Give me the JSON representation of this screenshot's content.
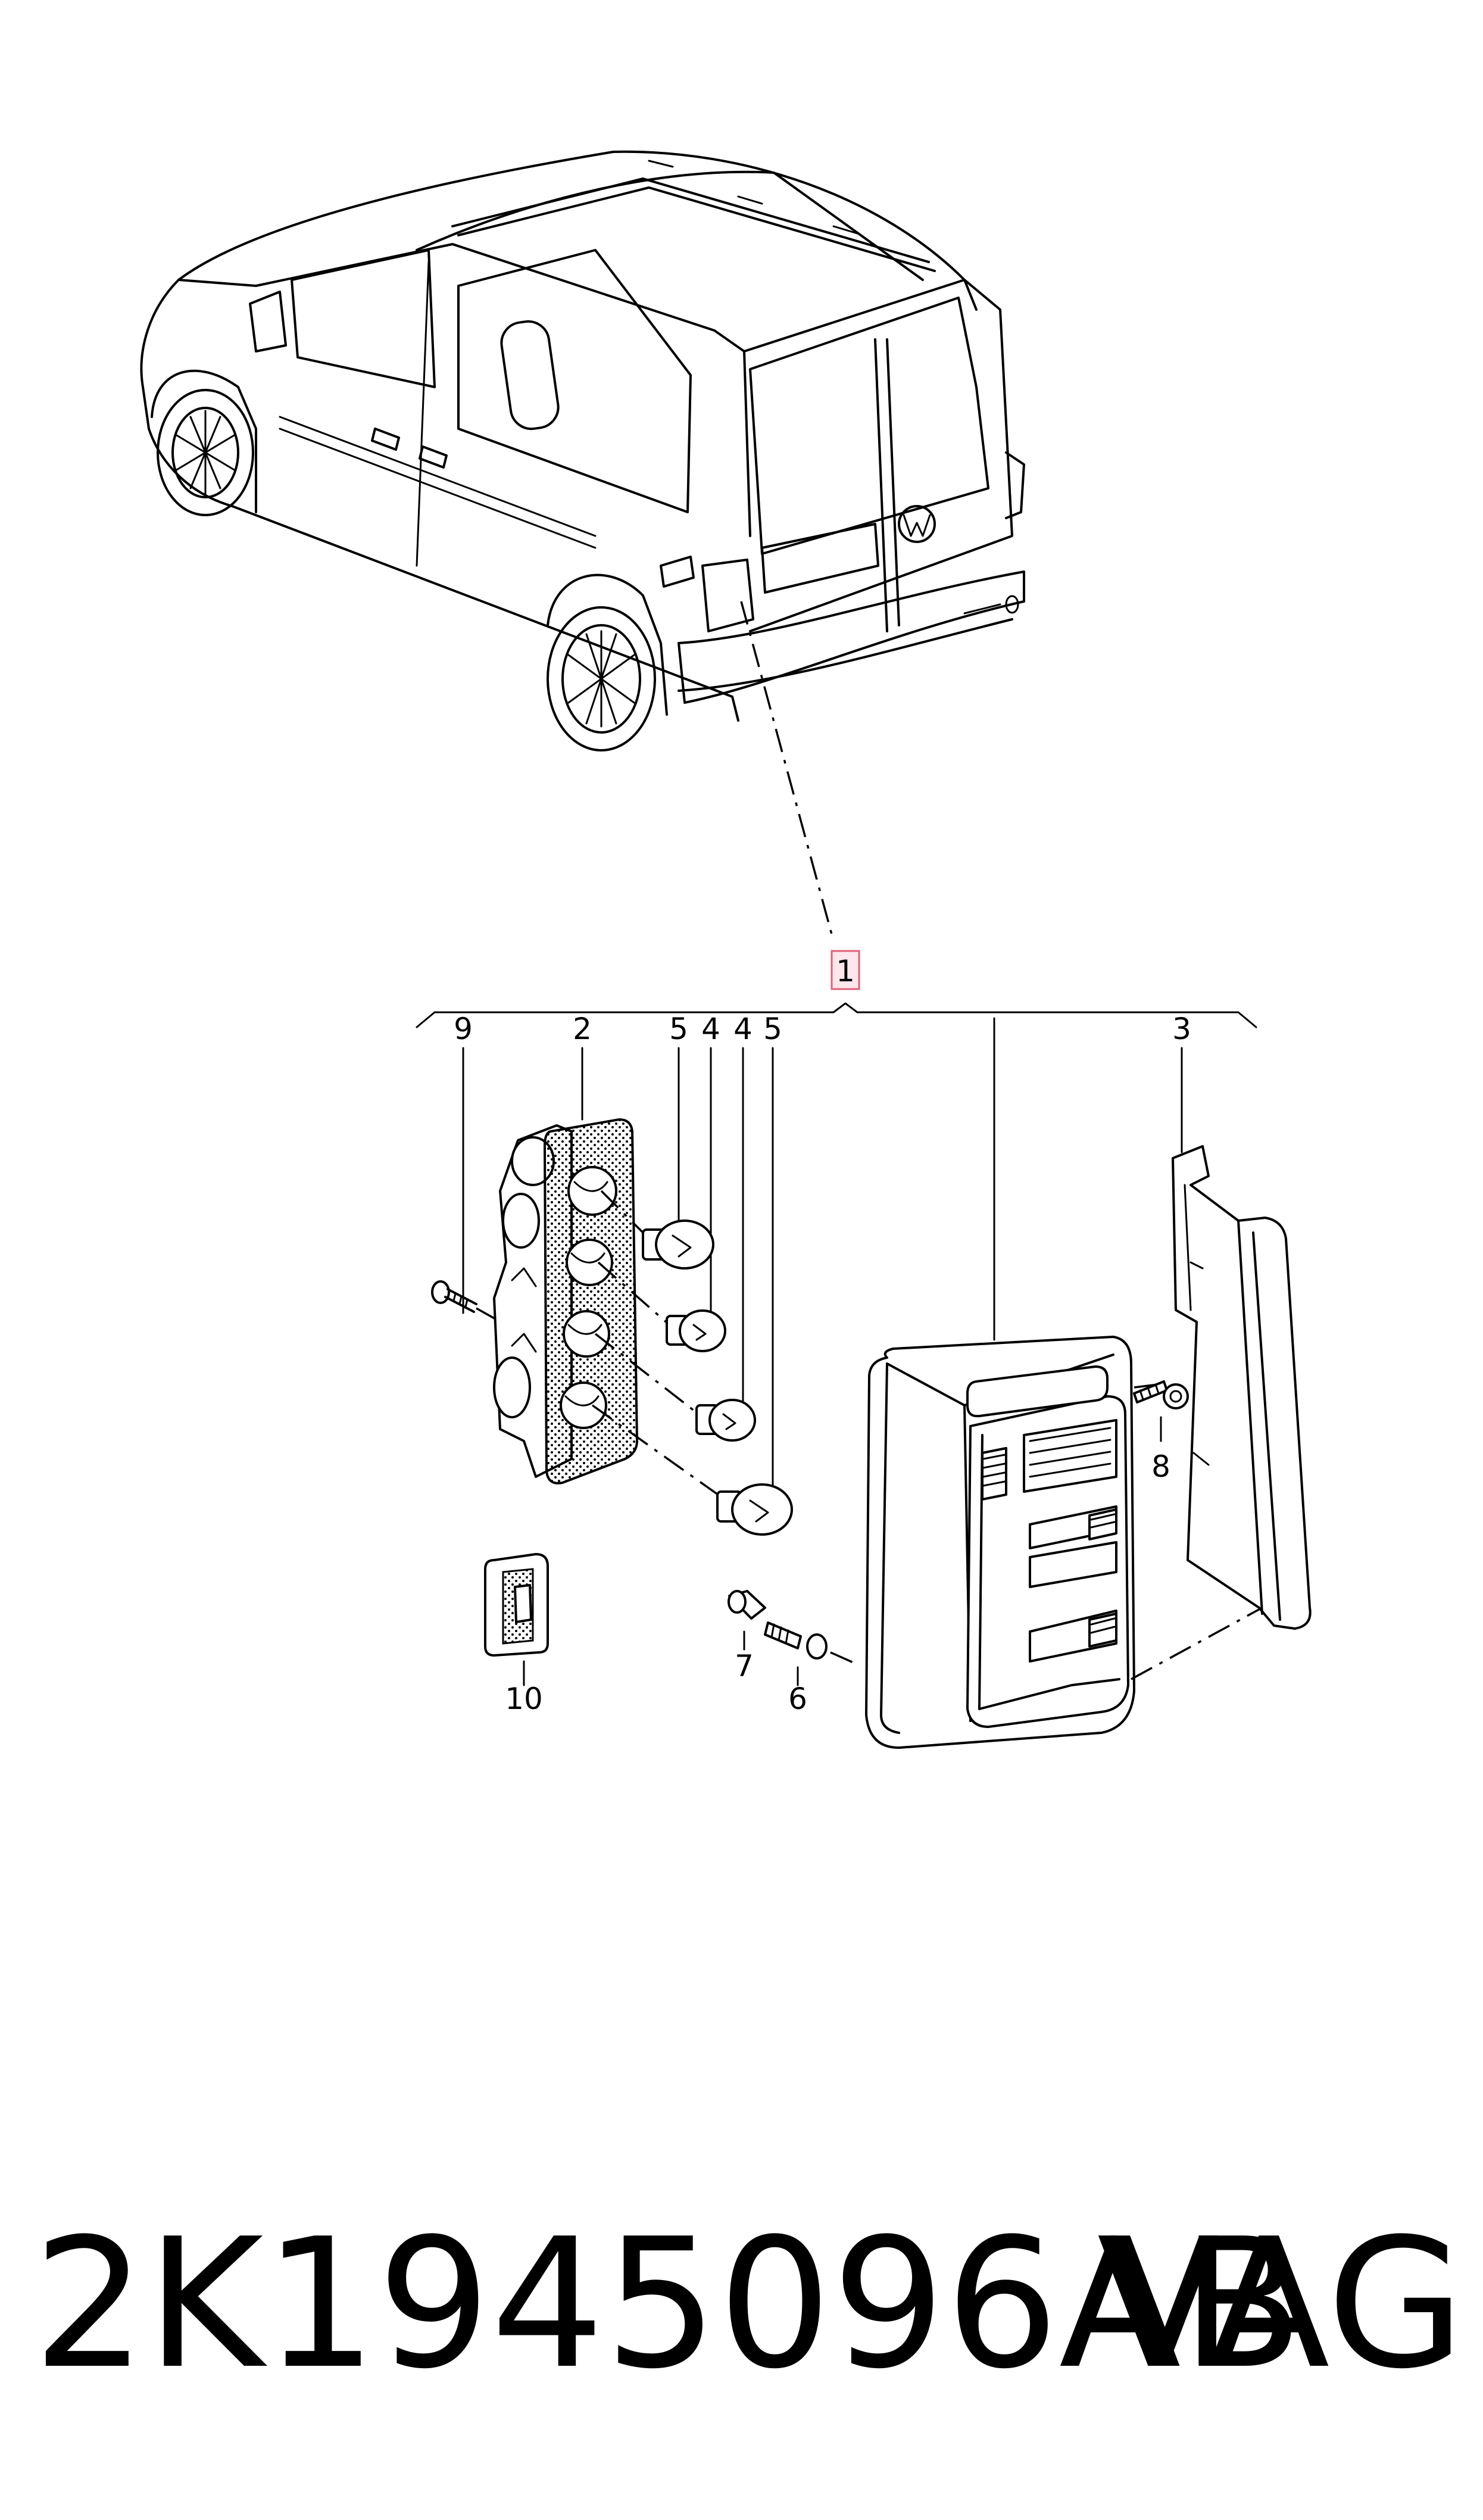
{
  "diagram": {
    "callouts": {
      "p1": "1",
      "p2": "2",
      "p3": "3",
      "p4a": "4",
      "p4b": "4",
      "p5a": "5",
      "p5b": "5",
      "p6": "6",
      "p7": "7",
      "p8": "8",
      "p9": "9",
      "p10": "10"
    },
    "highlight_color": "#e0607a"
  },
  "part_number": "2K1945096AB",
  "brand": "VAG"
}
